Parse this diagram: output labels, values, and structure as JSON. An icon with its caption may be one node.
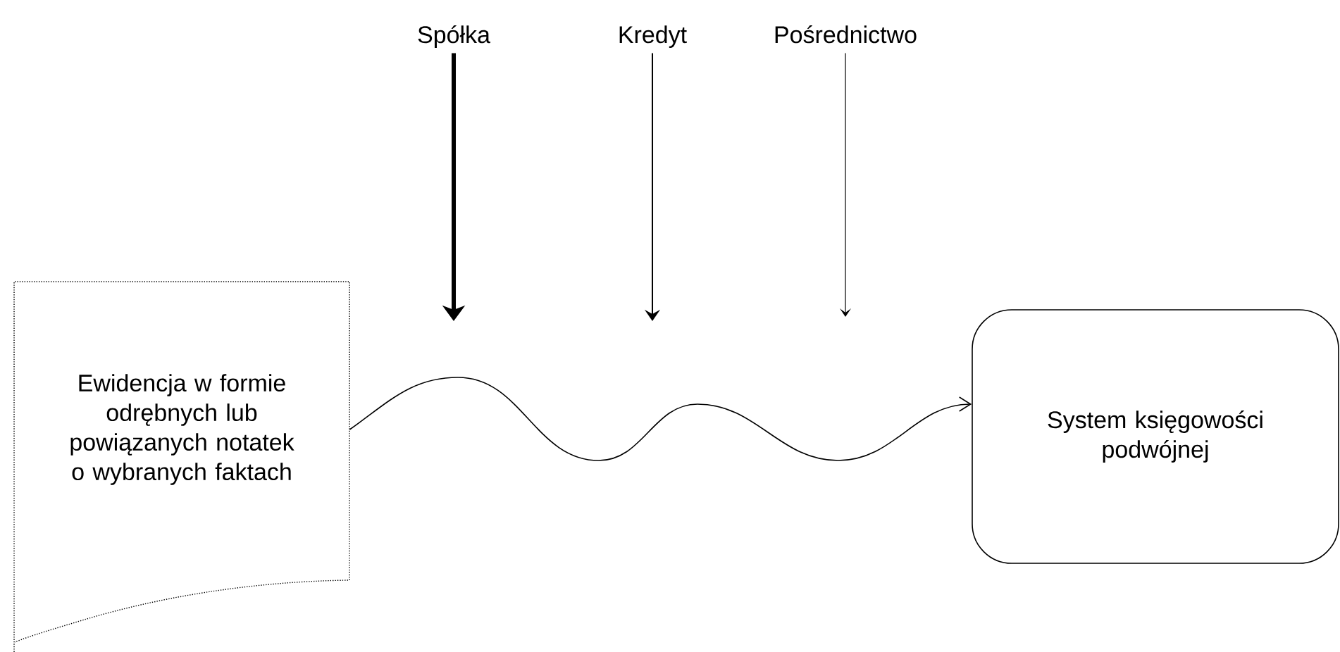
{
  "diagram": {
    "nodes": [
      {
        "text": [
          "Ewidencja w formie odrębnych lub powiązanych notatek o wybranych faktach"
        ]
      },
      {
        "text": [
          "System księgowości podwójnej"
        ]
      },
      {
        "text": [
          "Spółka"
        ]
      },
      {
        "text": [
          "Kredyt"
        ]
      },
      {
        "text": [
          "Pośrednictwo"
        ]
      }
    ],
    "edges": [
      {
        "from": 0,
        "to": 1,
        "arrow": "to"
      },
      {
        "from": 2,
        "to": null,
        "arrow": "to",
        "style": "thick"
      },
      {
        "from": 3,
        "to": null,
        "arrow": "to"
      },
      {
        "from": 4,
        "to": null,
        "arrow": "to"
      }
    ]
  }
}
